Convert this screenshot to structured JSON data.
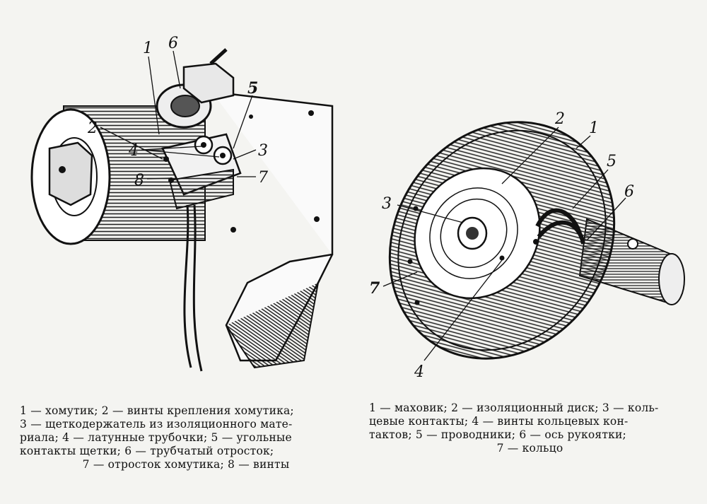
{
  "left_figure": {
    "labels": [
      "1",
      "6",
      "2",
      "5",
      "4",
      "3",
      "8",
      "7"
    ]
  },
  "right_figure": {
    "labels": [
      "2",
      "1",
      "3",
      "5",
      "6",
      "7",
      "4"
    ]
  },
  "caption_left": {
    "lines": [
      "1 — хомутик;  2 — винты крепления хомутика;",
      "3 — щеткодержатель из изоляционного мате-",
      "риала; 4 — латунные трубочки; 5 — угольные",
      "контакты щетки;  6 — трубчатый отросток;",
      "7 — отросток хомутика; 8 — винты"
    ]
  },
  "caption_right": {
    "lines": [
      "1 — маховик; 2 — изоляционный диск; 3 — коль-",
      "цевые контакты;  4 — винты кольцевых кон-",
      "тактов;  5 — проводники;  6 — ось  рукоятки;",
      "7 — кольцо"
    ]
  }
}
